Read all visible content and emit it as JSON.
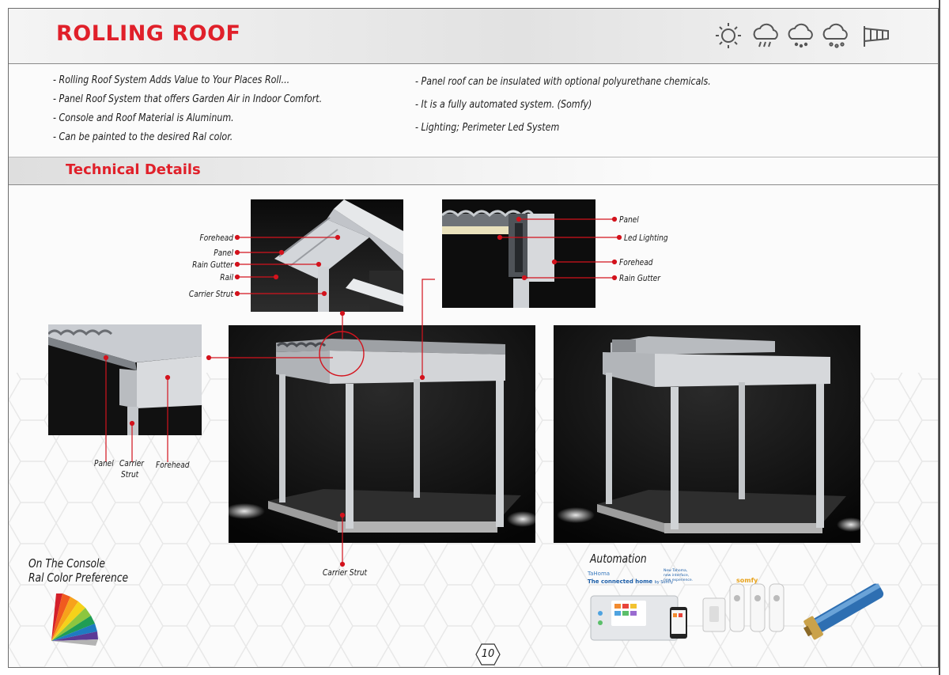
{
  "header": {
    "title": "ROLLING ROOF"
  },
  "weather_icons": [
    "sun-icon",
    "rain-icon",
    "snow-icon",
    "hail-icon",
    "wind-icon"
  ],
  "features_left": [
    "- Rolling Roof System Adds Value to Your Places Roll...",
    "- Panel Roof System that offers Garden Air in Indoor Comfort.",
    "- Console and Roof Material is Aluminum.",
    "- Can be painted to the desired Ral color."
  ],
  "features_right": [
    "- Panel roof can be insulated with optional polyurethane chemicals.",
    "- It is a fully automated system. (Somfy)",
    "- Lighting; Perimeter Led System"
  ],
  "technical": {
    "title": "Technical Details"
  },
  "detail_top_labels": [
    "Forehead",
    "Panel",
    "Rain Gutter",
    "Rail",
    "Carrier Strut"
  ],
  "detail_section_labels": [
    "Panel",
    "Led Lighting",
    "Forehead",
    "Rain Gutter"
  ],
  "detail_left_labels": {
    "panel": "Panel",
    "carrier": "Carrier",
    "strut": "Strut",
    "forehead": "Forehead"
  },
  "carrier_strut_label": "Carrier Strut",
  "console": {
    "line1": "On The Console",
    "line2": "Ral Color Preference"
  },
  "automation": {
    "title": "Automation",
    "brand": "TaHoma",
    "tagline": "The connected home",
    "by": "by Somfy",
    "new_line1": "New Tahoma,",
    "new_line2": "new interface,",
    "new_line3": "new experience.",
    "somfy": "somfy"
  },
  "page": {
    "number": "10"
  },
  "colors": {
    "accent": "#e0202a",
    "marker": "#d3131d"
  }
}
